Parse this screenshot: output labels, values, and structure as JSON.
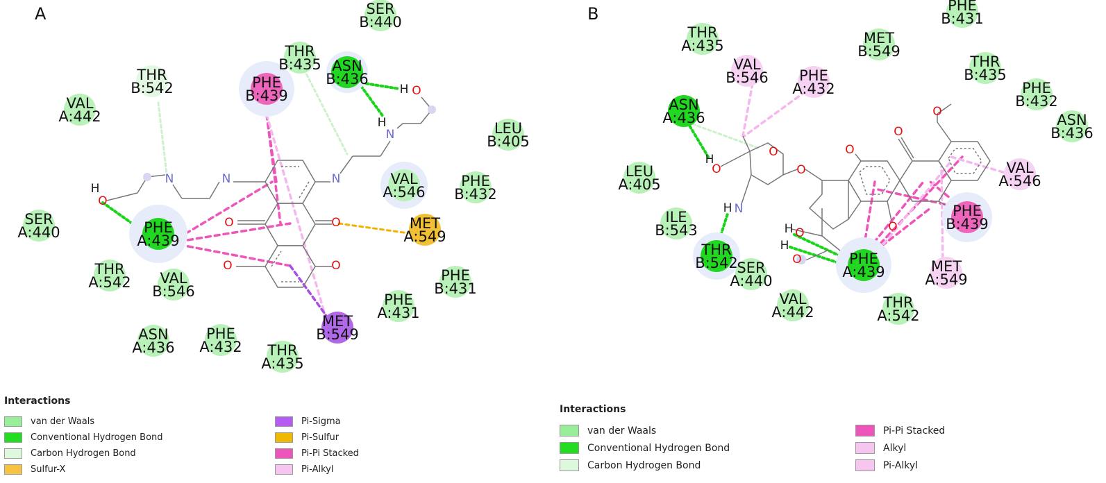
{
  "panel_a": {
    "label": "A",
    "residues": [
      {
        "name": "SER",
        "id": "B:440",
        "type": "vdw"
      },
      {
        "name": "THR",
        "id": "B:542",
        "type": "carbon_hb"
      },
      {
        "name": "PHE",
        "id": "B:439",
        "type": "pipi"
      },
      {
        "name": "THR",
        "id": "B:435",
        "type": "vdw"
      },
      {
        "name": "ASN",
        "id": "B:436",
        "type": "conv_hb"
      },
      {
        "name": "VAL",
        "id": "A:442",
        "type": "vdw"
      },
      {
        "name": "LEU",
        "id": "B:405",
        "type": "vdw"
      },
      {
        "name": "VAL",
        "id": "A:546",
        "type": "vdw"
      },
      {
        "name": "PHE",
        "id": "B:432",
        "type": "vdw"
      },
      {
        "name": "SER",
        "id": "A:440",
        "type": "vdw"
      },
      {
        "name": "PHE",
        "id": "A:439",
        "type": "conv_hb"
      },
      {
        "name": "MET",
        "id": "A:549",
        "type": "sulfur"
      },
      {
        "name": "THR",
        "id": "A:542",
        "type": "vdw"
      },
      {
        "name": "VAL",
        "id": "B:546",
        "type": "vdw"
      },
      {
        "name": "PHE",
        "id": "B:431",
        "type": "vdw"
      },
      {
        "name": "PHE",
        "id": "A:431",
        "type": "vdw"
      },
      {
        "name": "MET",
        "id": "B:549",
        "type": "pisigma"
      },
      {
        "name": "ASN",
        "id": "A:436",
        "type": "vdw"
      },
      {
        "name": "PHE",
        "id": "A:432",
        "type": "vdw"
      },
      {
        "name": "THR",
        "id": "A:435",
        "type": "vdw"
      }
    ],
    "atoms": {
      "n": "N",
      "o": "O",
      "h": "H"
    }
  },
  "panel_b": {
    "label": "B",
    "residues": [
      {
        "name": "PHE",
        "id": "B:431",
        "type": "vdw"
      },
      {
        "name": "THR",
        "id": "A:435",
        "type": "vdw"
      },
      {
        "name": "MET",
        "id": "B:549",
        "type": "vdw"
      },
      {
        "name": "VAL",
        "id": "B:546",
        "type": "alkyl"
      },
      {
        "name": "PHE",
        "id": "A:432",
        "type": "alkyl"
      },
      {
        "name": "THR",
        "id": "B:435",
        "type": "vdw"
      },
      {
        "name": "PHE",
        "id": "B:432",
        "type": "vdw"
      },
      {
        "name": "ASN",
        "id": "A:436",
        "type": "conv_hb"
      },
      {
        "name": "ASN",
        "id": "B:436",
        "type": "vdw"
      },
      {
        "name": "LEU",
        "id": "A:405",
        "type": "vdw"
      },
      {
        "name": "VAL",
        "id": "A:546",
        "type": "alkyl"
      },
      {
        "name": "ILE",
        "id": "B:543",
        "type": "vdw"
      },
      {
        "name": "PHE",
        "id": "B:439",
        "type": "pipi"
      },
      {
        "name": "THR",
        "id": "B:542",
        "type": "conv_hb"
      },
      {
        "name": "SER",
        "id": "A:440",
        "type": "vdw"
      },
      {
        "name": "PHE",
        "id": "A:439",
        "type": "conv_hb"
      },
      {
        "name": "MET",
        "id": "A:549",
        "type": "alkyl"
      },
      {
        "name": "VAL",
        "id": "A:442",
        "type": "vdw"
      },
      {
        "name": "THR",
        "id": "A:542",
        "type": "vdw"
      }
    ],
    "atoms": {
      "n": "N",
      "o": "O",
      "h": "H"
    }
  },
  "legend_a": {
    "title": "Interactions",
    "items": [
      {
        "label": "van der Waals",
        "color": "#99ee99"
      },
      {
        "label": "Conventional Hydrogen Bond",
        "color": "#22dd22"
      },
      {
        "label": "Carbon Hydrogen Bond",
        "color": "#ddf8dd"
      },
      {
        "label": "Sulfur-X",
        "color": "#f5c242"
      },
      {
        "label": "Pi-Sigma",
        "color": "#b45df0"
      },
      {
        "label": "Pi-Sulfur",
        "color": "#f0b800"
      },
      {
        "label": "Pi-Pi Stacked",
        "color": "#ee55bb"
      },
      {
        "label": "Pi-Alkyl",
        "color": "#f7c6f0"
      }
    ]
  },
  "legend_b": {
    "title": "Interactions",
    "items": [
      {
        "label": "van der Waals",
        "color": "#99ee99"
      },
      {
        "label": "Conventional Hydrogen Bond",
        "color": "#22dd22"
      },
      {
        "label": "Carbon Hydrogen Bond",
        "color": "#ddf8dd"
      },
      {
        "label": "Pi-Pi Stacked",
        "color": "#ee55bb"
      },
      {
        "label": "Alkyl",
        "color": "#f7c6f0"
      },
      {
        "label": "Pi-Alkyl",
        "color": "#f7c6f0"
      }
    ]
  },
  "colors": {
    "vdw": "#b9f2b9",
    "conv_hb": "#22d722",
    "carbon_hb": "#e3f8e3",
    "pipi": "#ee66bb",
    "sulfur": "#f2c034",
    "pisigma": "#b067e8",
    "alkyl": "#f6d3f3",
    "halo": "#e6ecfa",
    "bond": "#777777",
    "nitrogen": "#6b6bd6",
    "oxygen": "#e01010",
    "hb_line": "#19d419",
    "chb_line": "#cdf0cd",
    "pipi_line": "#ee55bb",
    "alkyl_line": "#f4b8ee",
    "sulfur_line": "#efb300",
    "pisigma_line": "#a94fe0"
  }
}
